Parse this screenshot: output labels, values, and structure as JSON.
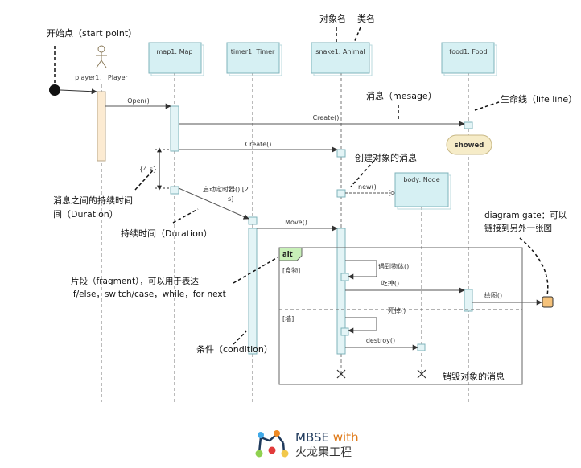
{
  "annotations": {
    "start_point": "开始点（start point）",
    "object_name": "对象名",
    "class_name": "类名",
    "message": "消息（mesage）",
    "lifeline": "生命线（life line）",
    "create_object_message": "创建对象的消息",
    "duration_between_messages_line1": "消息之间的持续时间",
    "duration_between_messages_line2": "间（Duration）",
    "duration": "持续时间（Duration）",
    "diagram_gate_line1": "diagram gate：可以",
    "diagram_gate_line2": "链接到另外一张图",
    "fragment_line1": "片段（fragment），可以用于表达",
    "fragment_line2": "if/else，switch/case，while，for next",
    "condition": "条件（condition）",
    "destroy_message": "销毁对象的消息"
  },
  "lifelines": [
    {
      "id": "player1",
      "label": "player1： Player"
    },
    {
      "id": "map1",
      "label": "map1: Map"
    },
    {
      "id": "timer1",
      "label": "timer1: Timer"
    },
    {
      "id": "snake1",
      "label": "snake1: Animal"
    },
    {
      "id": "food1",
      "label": "food1: Food"
    },
    {
      "id": "body",
      "label": "body: Node"
    }
  ],
  "messages": {
    "open": "Open()",
    "create1": "Create()",
    "create2": "Create()",
    "new": "new()",
    "start_timer_line1": "启动定时器() [2",
    "start_timer_line2": "s]",
    "move": "Move()",
    "meet_object": "遇到物体()",
    "eat": "吃掉()",
    "die": "死掉()",
    "destroy": "destroy()",
    "draw": "绘图()"
  },
  "state": {
    "showed": "showed"
  },
  "duration_constraint": "{4 s}",
  "fragment": {
    "operator": "alt",
    "guard1": "[食物]",
    "guard2": "[墙]"
  },
  "brand": {
    "line1_a": "MBSE ",
    "line1_b": "with",
    "line2": "火龙果工程"
  },
  "colors": {
    "lifeline_box": "#d6f0f3",
    "lifeline_border": "#7fb3bb",
    "actor_activation": "#fcebd2",
    "activation": "#e3f4f6",
    "state_fill": "#f6ecc8",
    "gate_fill": "#f5c27a",
    "fragment_tag": "#c8f0b8",
    "brand_blue": "#1f3a5c",
    "brand_orange": "#e07b1a"
  }
}
